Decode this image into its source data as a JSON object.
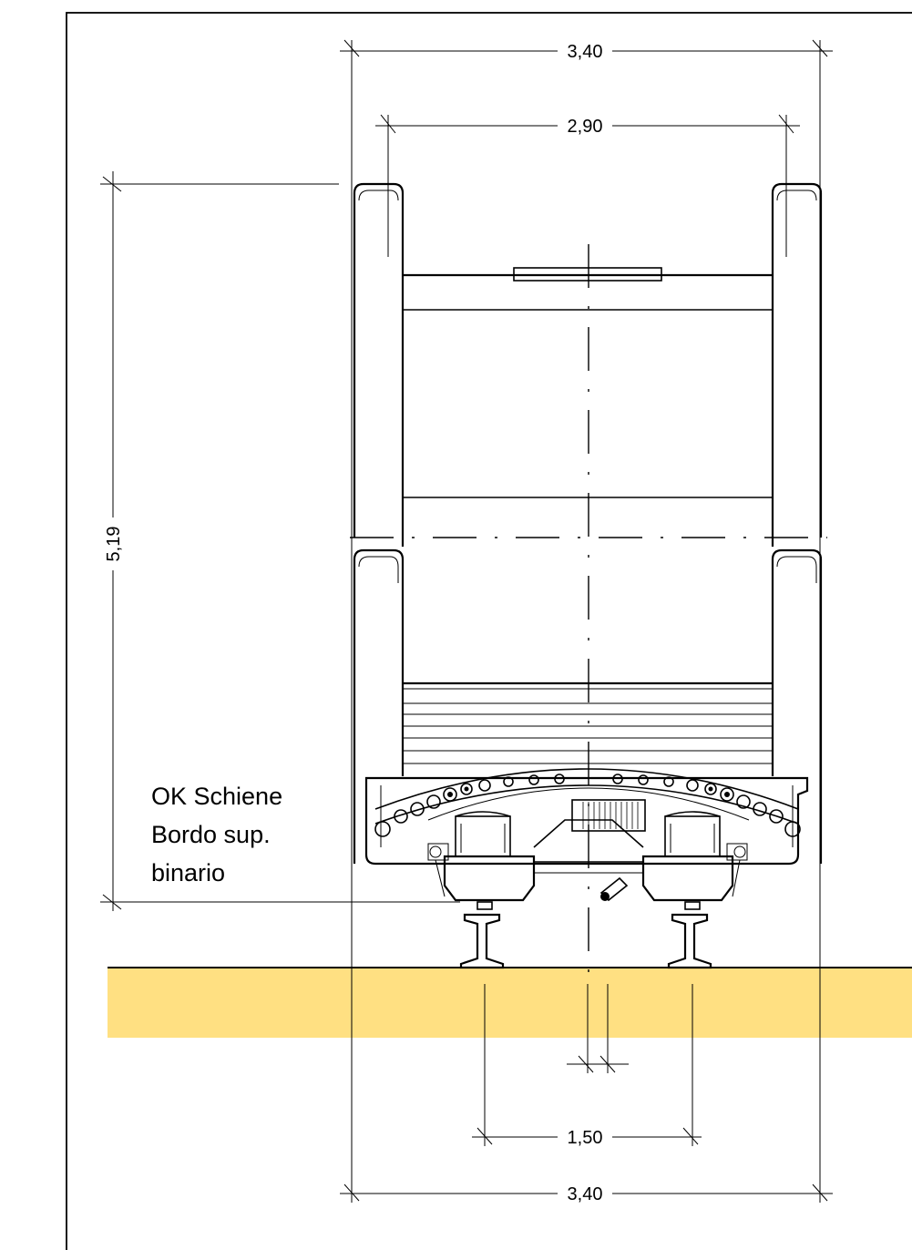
{
  "dimensions": {
    "top_outer_width": "3,40",
    "top_inner_width": "2,90",
    "height": "5,19",
    "rail_gauge": "1,50",
    "bottom_outer_width": "3,40"
  },
  "rail_label": {
    "line1": "OK Schiene",
    "line2": "Bordo sup.",
    "line3": "binario"
  },
  "colors": {
    "ground_fill": "#FFE082",
    "line": "#000000",
    "background": "#FFFFFF"
  }
}
